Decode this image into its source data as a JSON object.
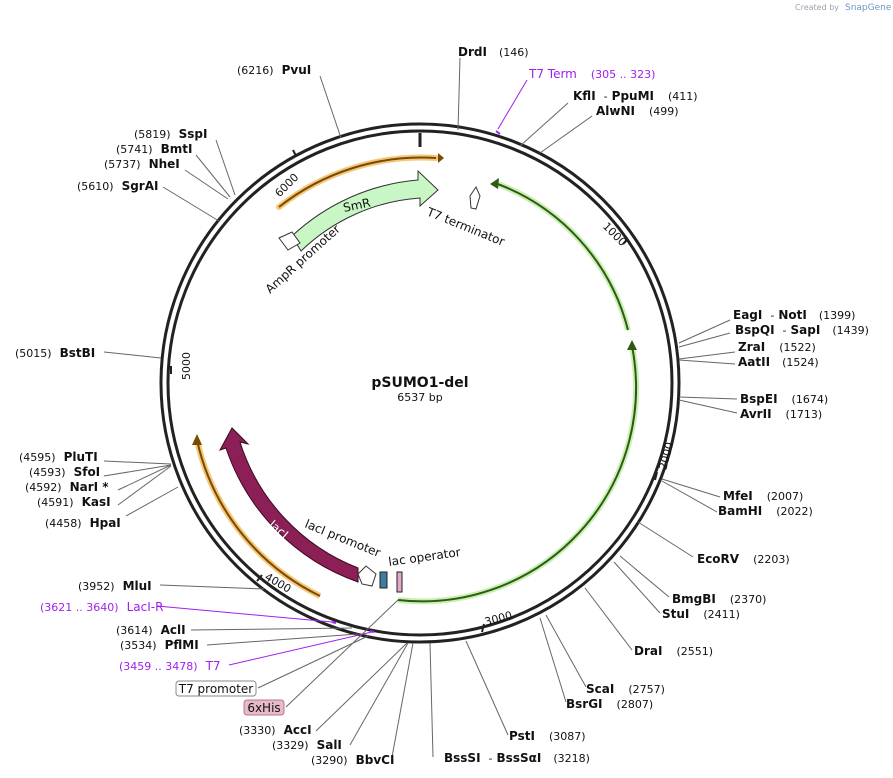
{
  "watermark": {
    "created_by": "Created by",
    "brand": "SnapGene"
  },
  "plasmid": {
    "name": "pSUMO1-del",
    "length": "6537 bp"
  },
  "ticks": {
    "t1000": "1000",
    "t2000": "2000",
    "t3000": "3000",
    "t4000": "4000",
    "t5000": "5000",
    "t6000": "6000"
  },
  "features": {
    "smr": "SmR",
    "t7_terminator": "T7 terminator",
    "ampr_promoter": "AmpR promoter",
    "laci": "lacI",
    "laci_promoter": "lacI promoter",
    "lac_operator": "lac operator"
  },
  "sites": {
    "drdi": {
      "name": "DrdI",
      "pos": "(146)"
    },
    "t7term": {
      "name": "T7 Term",
      "pos": "(305 .. 323)"
    },
    "kfli": {
      "name": "KflI",
      "sep": "-",
      "name2": "PpuMI",
      "pos": "(411)"
    },
    "alwni": {
      "name": "AlwNI",
      "pos": "(499)"
    },
    "pvui": {
      "name": "PvuI",
      "pos": "(6216)"
    },
    "sspi": {
      "name": "SspI",
      "pos": "(5819)"
    },
    "bmti": {
      "name": "BmtI",
      "pos": "(5741)"
    },
    "nhei": {
      "name": "NheI",
      "pos": "(5737)"
    },
    "sgrai": {
      "name": "SgrAI",
      "pos": "(5610)"
    },
    "eagi": {
      "name": "EagI",
      "sep": "-",
      "name2": "NotI",
      "pos": "(1399)"
    },
    "bspqi": {
      "name": "BspQI",
      "sep": "-",
      "name2": "SapI",
      "pos": "(1439)"
    },
    "zrai": {
      "name": "ZraI",
      "pos": "(1522)"
    },
    "aatii": {
      "name": "AatII",
      "pos": "(1524)"
    },
    "bspei": {
      "name": "BspEI",
      "pos": "(1674)"
    },
    "avrii": {
      "name": "AvrII",
      "pos": "(1713)"
    },
    "bstbi": {
      "name": "BstBI",
      "pos": "(5015)"
    },
    "pluti": {
      "name": "PluTI",
      "pos": "(4595)"
    },
    "sfoi": {
      "name": "SfoI",
      "pos": "(4593)"
    },
    "nari": {
      "name": "NarI *",
      "pos": "(4592)"
    },
    "kasi": {
      "name": "KasI",
      "pos": "(4591)"
    },
    "hpai": {
      "name": "HpaI",
      "pos": "(4458)"
    },
    "mfei": {
      "name": "MfeI",
      "pos": "(2007)"
    },
    "bamhi": {
      "name": "BamHI",
      "pos": "(2022)"
    },
    "ecorv": {
      "name": "EcoRV",
      "pos": "(2203)"
    },
    "bmgbi": {
      "name": "BmgBI",
      "pos": "(2370)"
    },
    "stui": {
      "name": "StuI",
      "pos": "(2411)"
    },
    "drai": {
      "name": "DraI",
      "pos": "(2551)"
    },
    "scai": {
      "name": "ScaI",
      "pos": "(2757)"
    },
    "bsrgi": {
      "name": "BsrGI",
      "pos": "(2807)"
    },
    "psti": {
      "name": "PstI",
      "pos": "(3087)"
    },
    "bsssi": {
      "name": "BssSI",
      "sep": "-",
      "name2": "BssSαI",
      "pos": "(3218)"
    },
    "mlui": {
      "name": "MluI",
      "pos": "(3952)"
    },
    "lacir": {
      "name": "LacI-R",
      "pos": "(3621 .. 3640)"
    },
    "acli": {
      "name": "AclI",
      "pos": "(3614)"
    },
    "pflmi": {
      "name": "PflMI",
      "pos": "(3534)"
    },
    "t7": {
      "name": "T7",
      "pos": "(3459 .. 3478)"
    },
    "t7promoter": {
      "name": "T7 promoter"
    },
    "his6": {
      "name": "6xHis"
    },
    "acci": {
      "name": "AccI",
      "pos": "(3330)"
    },
    "sali": {
      "name": "SalI",
      "pos": "(3329)"
    },
    "bbvci": {
      "name": "BbvCI",
      "pos": "(3290)"
    }
  },
  "colors": {
    "backbone": "#222222",
    "origin_orange": "#f0a53a",
    "smr_fill": "#c8f7c5",
    "laci_fill": "#8b1f56",
    "green_feature": "#7ccf4a",
    "primer_purple": "#a020f0",
    "his_box": "#e7b9c9"
  }
}
